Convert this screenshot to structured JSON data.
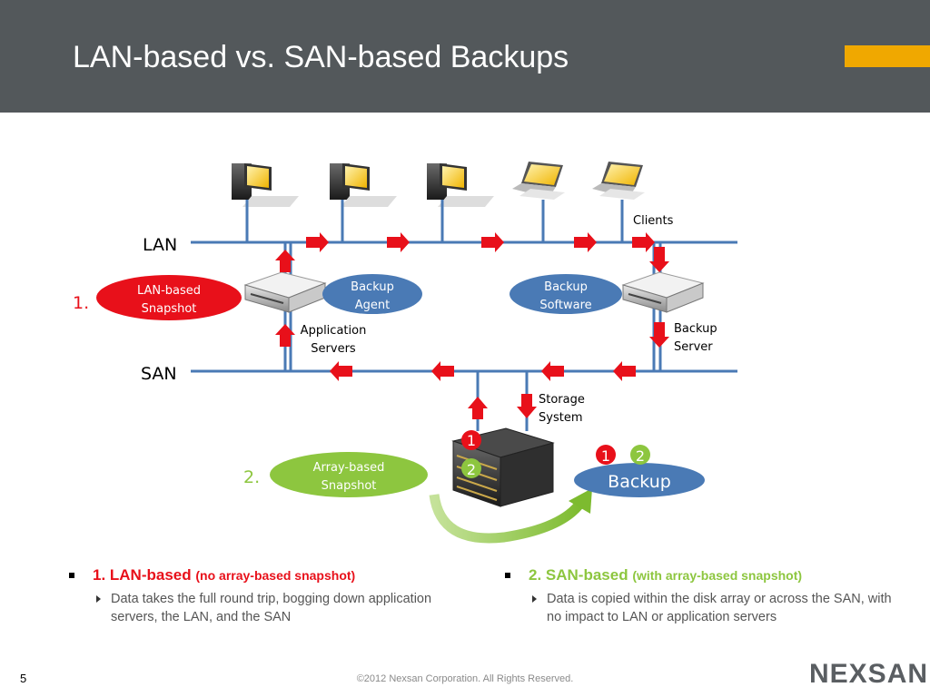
{
  "header": {
    "title": "LAN-based vs. SAN-based Backups"
  },
  "diagram": {
    "lan_label": "LAN",
    "san_label": "SAN",
    "clients_label": "Clients",
    "lan_snapshot": {
      "number": "1.",
      "text_line1": "LAN-based",
      "text_line2": "Snapshot"
    },
    "array_snapshot": {
      "number": "2.",
      "text_line1": "Array-based",
      "text_line2": "Snapshot"
    },
    "backup_agent": {
      "line1": "Backup",
      "line2": "Agent"
    },
    "backup_software": {
      "line1": "Backup",
      "line2": "Software"
    },
    "application_servers": {
      "line1": "Application",
      "line2": "Servers"
    },
    "backup_server": {
      "line1": "Backup",
      "line2": "Server"
    },
    "storage_system": {
      "line1": "Storage",
      "line2": "System"
    },
    "backup_target": {
      "label": "Backup",
      "badge1": "1",
      "badge2": "2"
    },
    "storage_badge1": "1",
    "storage_badge2": "2",
    "colors": {
      "line": "#4a7ab5",
      "arrow": "#e8101a",
      "red_badge": "#e8101a",
      "green": "#8dc63f",
      "blue_oval": "#4a7ab5"
    }
  },
  "bullets": {
    "left": {
      "title": "1. LAN-based",
      "paren": "(no array-based snapshot)",
      "sub": "Data takes the full round trip, bogging down application servers, the LAN, and the SAN"
    },
    "right": {
      "title": "2. SAN-based",
      "paren": "(with array-based snapshot)",
      "sub": "Data is copied within the disk array or across the SAN, with no impact to LAN or application servers"
    }
  },
  "footer": {
    "page_number": "5",
    "copyright": "©2012 Nexsan Corporation. All Rights Reserved.",
    "logo": "NEXSAN"
  }
}
